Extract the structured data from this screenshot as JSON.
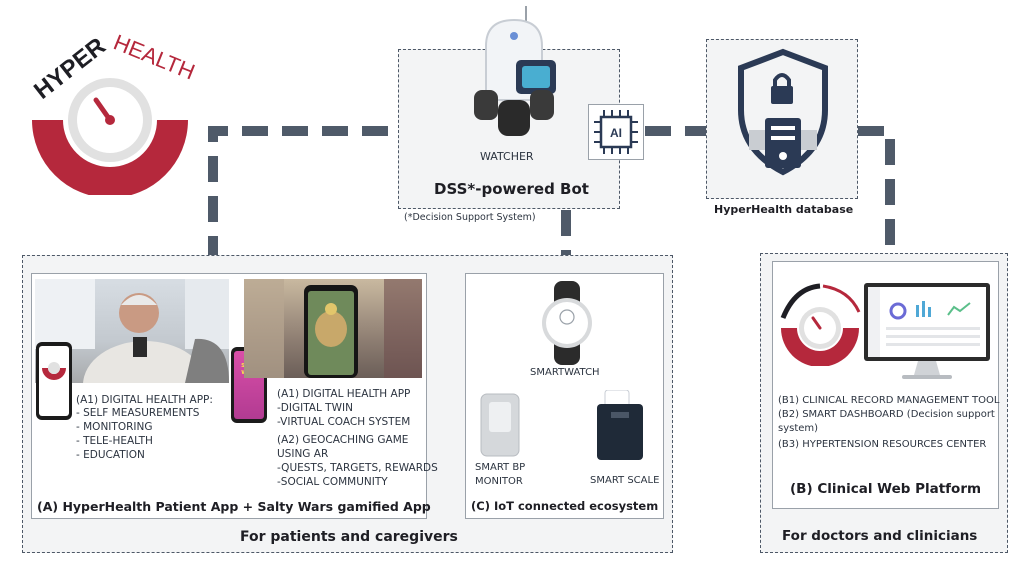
{
  "logo": {
    "left_word": "HYPER",
    "right_word": "HEALTH"
  },
  "bot": {
    "robot_name": "WATCHER",
    "title": "DSS*-powered Bot",
    "footnote": "(*Decision Support System)",
    "chip_label": "AI"
  },
  "database": {
    "label": "HyperHealth database"
  },
  "patients": {
    "section_title": "For patients and caregivers",
    "app_panel": {
      "caption": "(A) HyperHealth Patient App + Salty Wars gamified App",
      "phone_game_title": "Salty Wars",
      "a1_left": {
        "title": "(A1) DIGITAL HEALTH APP:",
        "items": [
          "- SELF MEASUREMENTS",
          "- MONITORING",
          "- TELE-HEALTH",
          "- EDUCATION"
        ]
      },
      "a1_right": {
        "title": "(A1) DIGITAL HEALTH APP",
        "items": [
          "-DIGITAL TWIN",
          "-VIRTUAL COACH SYSTEM"
        ]
      },
      "a2": {
        "title": "(A2) GEOCACHING GAME",
        "lines": [
          "USING AR",
          "-QUESTS, TARGETS, REWARDS",
          "-SOCIAL COMMUNITY"
        ]
      }
    },
    "iot_panel": {
      "caption": "(C) IoT connected ecosystem",
      "smartwatch": "SMARTWATCH",
      "bp_monitor": [
        "SMART BP",
        "MONITOR"
      ],
      "scale": "SMART SCALE"
    }
  },
  "clinicians": {
    "section_title": "For doctors and clinicians",
    "panel": {
      "items": [
        "(B1) CLINICAL RECORD MANAGEMENT TOOL",
        "(B2) SMART DASHBOARD (Decision support",
        "system)",
        "(B3) HYPERTENSION RESOURCES CENTER"
      ],
      "caption": "(B) Clinical Web Platform"
    }
  },
  "colors": {
    "brand_red": "#b5283c",
    "dark_navy": "#2b3a55",
    "connector": "#4f5a69",
    "panel_bg": "#f3f4f5"
  }
}
